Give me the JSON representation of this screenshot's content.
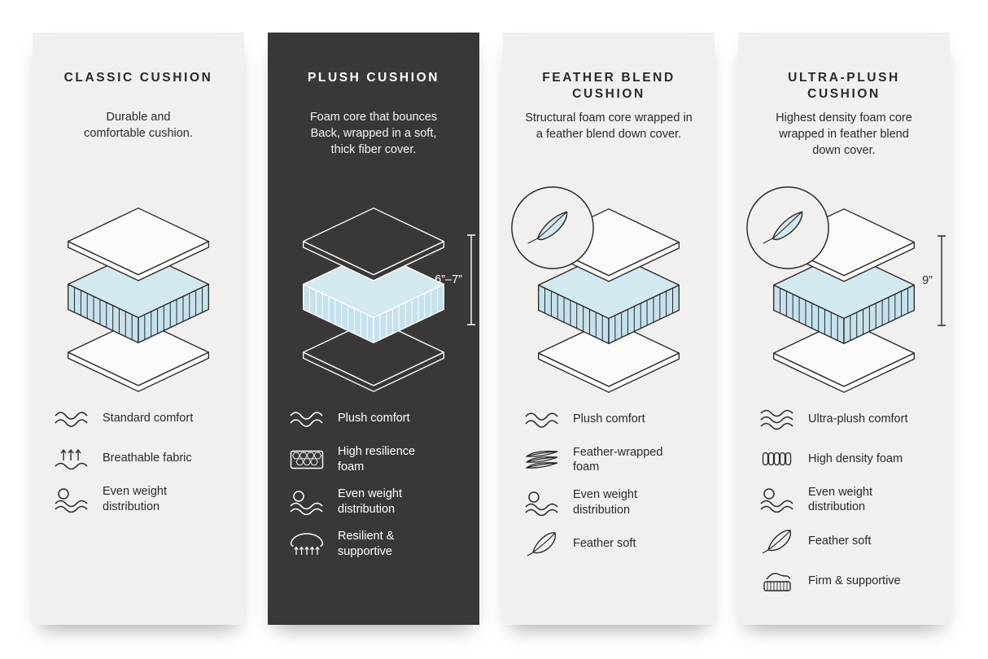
{
  "colors": {
    "light_card_bg": "#f1f0ee",
    "dark_card_bg": "#3a3836",
    "foam_blue_top": "#d3e9f0",
    "foam_blue_side": "#c6e2ec",
    "outline": "#2b2a28"
  },
  "cards": [
    {
      "title": "CLASSIC CUSHION",
      "description": "Durable and\ncomfortable cushion.",
      "features": [
        {
          "icon": "waves-icon",
          "label": "Standard comfort"
        },
        {
          "icon": "breathable-fabric-icon",
          "label": "Breathable fabric"
        },
        {
          "icon": "weight-distribution-icon",
          "label": "Even weight\ndistribution"
        }
      ]
    },
    {
      "title": "PLUSH CUSHION",
      "description": "Foam core that bounces\nBack, wrapped in a soft,\nthick fiber cover.",
      "measurement": "6”–7”",
      "features": [
        {
          "icon": "waves-icon",
          "label": "Plush comfort"
        },
        {
          "icon": "honeycomb-foam-icon",
          "label": "High resilience\nfoam"
        },
        {
          "icon": "weight-distribution-icon",
          "label": "Even weight\ndistribution"
        },
        {
          "icon": "resilient-support-icon",
          "label": "Resilient &\nsupportive"
        }
      ]
    },
    {
      "title": "FEATHER BLEND\nCUSHION",
      "description": "Structural foam core wrapped in\na feather blend down cover.",
      "features": [
        {
          "icon": "waves-icon",
          "label": "Plush comfort"
        },
        {
          "icon": "feather-layers-icon",
          "label": "Feather-wrapped\nfoam"
        },
        {
          "icon": "weight-distribution-icon",
          "label": "Even weight\ndistribution"
        },
        {
          "icon": "feather-icon",
          "label": "Feather soft"
        }
      ]
    },
    {
      "title": "ULTRA-PLUSH\nCUSHION",
      "description": "Highest density foam core\nwrapped in feather blend\ndown cover.",
      "measurement": "9”",
      "features": [
        {
          "icon": "waves-dense-icon",
          "label": "Ultra-plush comfort"
        },
        {
          "icon": "density-foam-icon",
          "label": "High density foam"
        },
        {
          "icon": "weight-distribution-icon",
          "label": "Even weight\ndistribution"
        },
        {
          "icon": "feather-icon",
          "label": "Feather soft"
        },
        {
          "icon": "firm-support-icon",
          "label": "Firm & supportive"
        }
      ]
    }
  ]
}
